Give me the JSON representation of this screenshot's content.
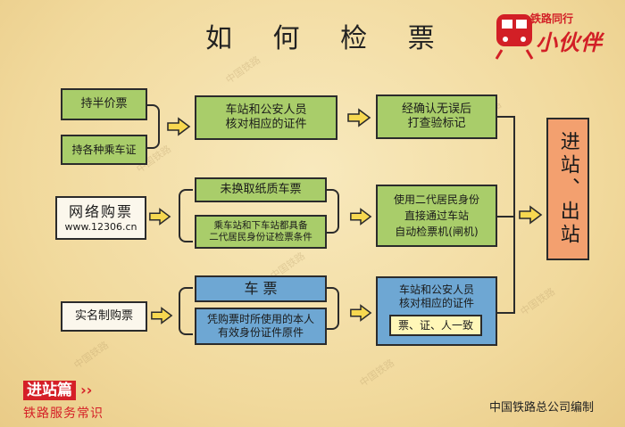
{
  "title": "如 何 检 票",
  "logo": {
    "small_text": "铁路同行",
    "big_text": "小伙伴",
    "icon": "train-icon"
  },
  "watermark": "中国铁路",
  "left_column": {
    "half_price": "持半价票",
    "passes": "持各种乘车证",
    "online": "网络购票",
    "online_url": "www.12306.cn",
    "realname": "实名制购票"
  },
  "middle_column": {
    "verify_docs": "车站和公安人员\n核对相应的证件",
    "no_paper_ticket": "未换取纸质车票",
    "id_conditions": "乘车站和下车站都具备\n二代居民身份证检票条件",
    "ticket": "车 票",
    "original_id": "凭购票时所使用的本人\n有效身份证件原件"
  },
  "right_column": {
    "stamp": "经确认无误后\n打查验标记",
    "id_gate": "使用二代居民身份\n直接通过车站\n自动检票机(闸机)",
    "verify_docs2": "车站和公安人员\n核对相应的证件",
    "consistency": "票、证、人一致"
  },
  "final": {
    "label": "进站、出站"
  },
  "footer": {
    "badge": "进站篇",
    "subtitle": "铁路服务常识",
    "credit": "中国铁路总公司编制"
  },
  "colors": {
    "green": "#a9cd6a",
    "blue": "#6ea7d3",
    "orange": "#f3a06f",
    "red": "#d51f27"
  }
}
